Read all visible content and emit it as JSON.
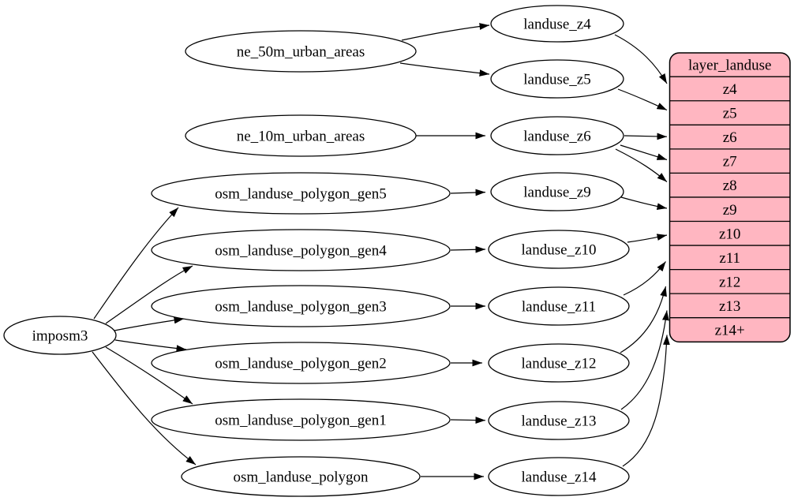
{
  "diagram": {
    "type": "graphviz-dependency-graph",
    "background_color": "#ffffff",
    "node_fill": "#ffffff",
    "node_stroke": "#000000",
    "edge_color": "#000000",
    "nodes": {
      "imposm3": "imposm3",
      "ne_50m_urban_areas": "ne_50m_urban_areas",
      "ne_10m_urban_areas": "ne_10m_urban_areas",
      "osm_landuse_polygon_gen5": "osm_landuse_polygon_gen5",
      "osm_landuse_polygon_gen4": "osm_landuse_polygon_gen4",
      "osm_landuse_polygon_gen3": "osm_landuse_polygon_gen3",
      "osm_landuse_polygon_gen2": "osm_landuse_polygon_gen2",
      "osm_landuse_polygon_gen1": "osm_landuse_polygon_gen1",
      "osm_landuse_polygon": "osm_landuse_polygon",
      "landuse_z4": "landuse_z4",
      "landuse_z5": "landuse_z5",
      "landuse_z6": "landuse_z6",
      "landuse_z9": "landuse_z9",
      "landuse_z10": "landuse_z10",
      "landuse_z11": "landuse_z11",
      "landuse_z12": "landuse_z12",
      "landuse_z13": "landuse_z13",
      "landuse_z14": "landuse_z14"
    },
    "table": {
      "title": "layer_landuse",
      "fill": "#ffb6c1",
      "stroke": "#000000",
      "rows": [
        "z4",
        "z5",
        "z6",
        "z7",
        "z8",
        "z9",
        "z10",
        "z11",
        "z12",
        "z13",
        "z14+"
      ]
    },
    "edges": [
      {
        "from": "imposm3",
        "to": "osm_landuse_polygon_gen5"
      },
      {
        "from": "imposm3",
        "to": "osm_landuse_polygon_gen4"
      },
      {
        "from": "imposm3",
        "to": "osm_landuse_polygon_gen3"
      },
      {
        "from": "imposm3",
        "to": "osm_landuse_polygon_gen2"
      },
      {
        "from": "imposm3",
        "to": "osm_landuse_polygon_gen1"
      },
      {
        "from": "imposm3",
        "to": "osm_landuse_polygon"
      },
      {
        "from": "ne_50m_urban_areas",
        "to": "landuse_z4"
      },
      {
        "from": "ne_50m_urban_areas",
        "to": "landuse_z5"
      },
      {
        "from": "ne_10m_urban_areas",
        "to": "landuse_z6"
      },
      {
        "from": "osm_landuse_polygon_gen5",
        "to": "landuse_z9"
      },
      {
        "from": "osm_landuse_polygon_gen4",
        "to": "landuse_z10"
      },
      {
        "from": "osm_landuse_polygon_gen3",
        "to": "landuse_z11"
      },
      {
        "from": "osm_landuse_polygon_gen2",
        "to": "landuse_z12"
      },
      {
        "from": "osm_landuse_polygon_gen1",
        "to": "landuse_z13"
      },
      {
        "from": "osm_landuse_polygon",
        "to": "landuse_z14"
      },
      {
        "from": "landuse_z4",
        "to": "layer_landuse:z4"
      },
      {
        "from": "landuse_z5",
        "to": "layer_landuse:z5"
      },
      {
        "from": "landuse_z6",
        "to": "layer_landuse:z6"
      },
      {
        "from": "landuse_z6",
        "to": "layer_landuse:z7"
      },
      {
        "from": "landuse_z6",
        "to": "layer_landuse:z8"
      },
      {
        "from": "landuse_z9",
        "to": "layer_landuse:z9"
      },
      {
        "from": "landuse_z10",
        "to": "layer_landuse:z10"
      },
      {
        "from": "landuse_z11",
        "to": "layer_landuse:z11"
      },
      {
        "from": "landuse_z12",
        "to": "layer_landuse:z12"
      },
      {
        "from": "landuse_z13",
        "to": "layer_landuse:z13"
      },
      {
        "from": "landuse_z14",
        "to": "layer_landuse:z14+"
      }
    ]
  }
}
